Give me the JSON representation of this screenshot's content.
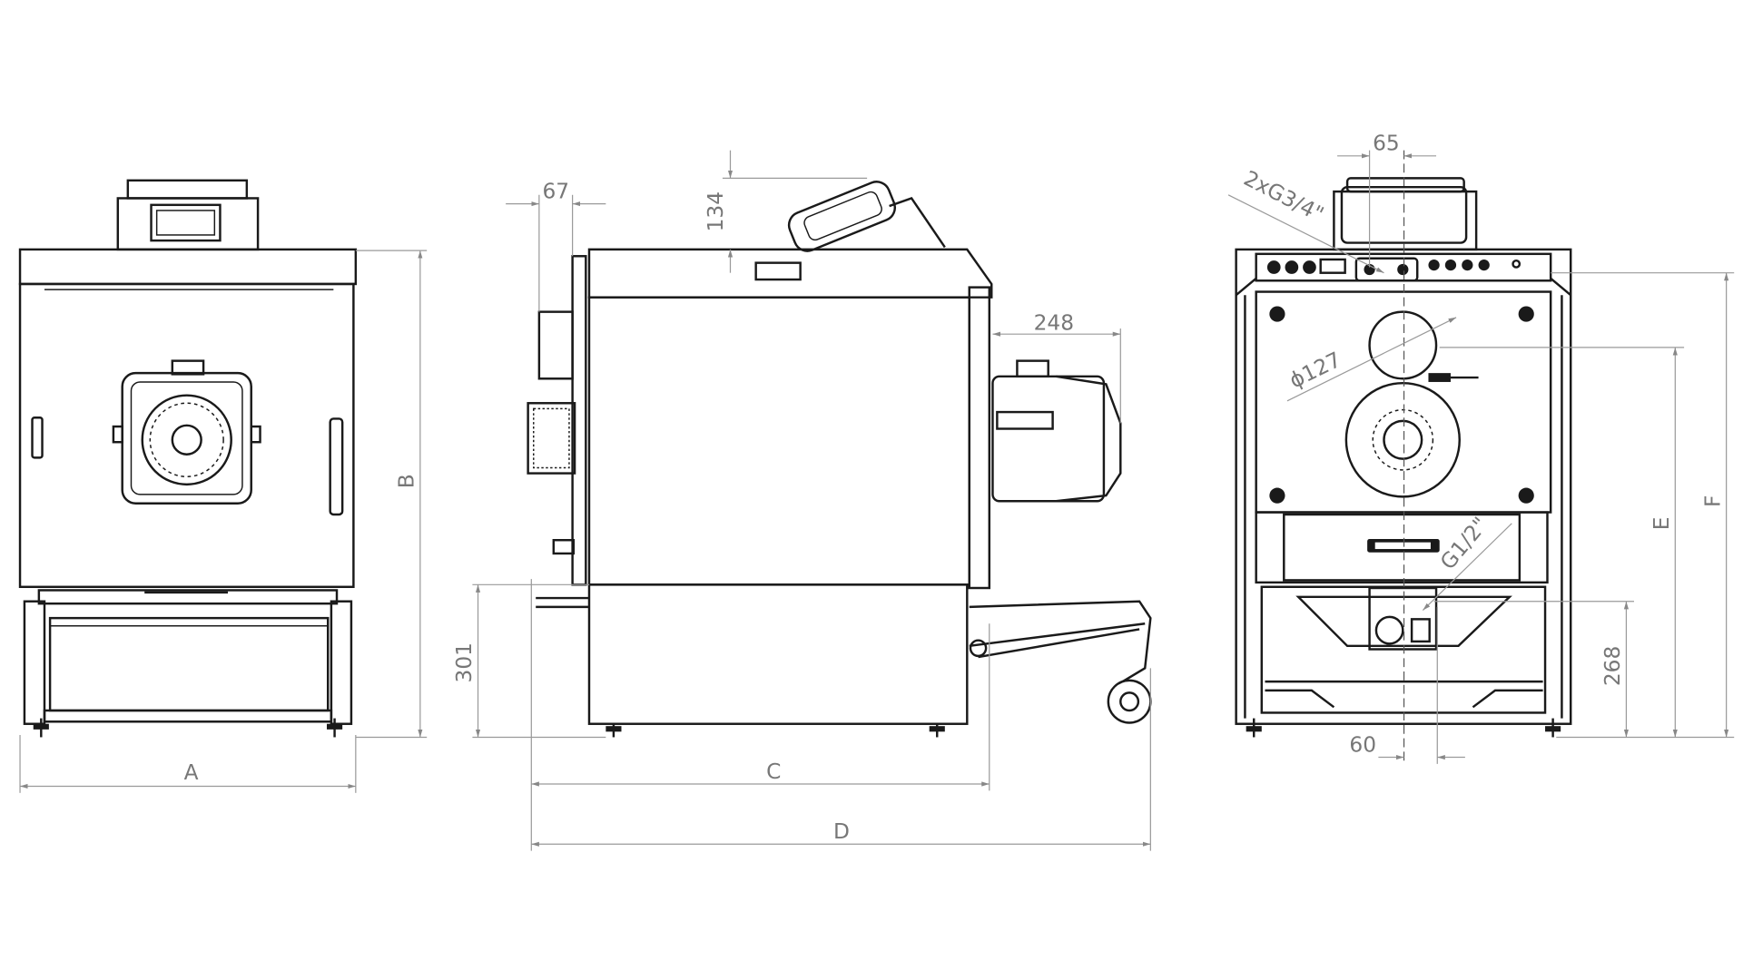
{
  "title": "Boiler dimensional drawing - front, side and rear views",
  "views": {
    "front": {
      "dim_width": "A",
      "dim_height": "B"
    },
    "side": {
      "dim_67": "67",
      "dim_134": "134",
      "dim_248": "248",
      "dim_301": "301",
      "dim_depth_body": "C",
      "dim_depth_total": "D"
    },
    "rear": {
      "dim_65": "65",
      "thread_return": "2xG3/4\"",
      "flue_diameter": "ϕ127",
      "thread_drain": "G1/2\"",
      "dim_268": "268",
      "dim_60": "60",
      "dim_flue_height": "E",
      "dim_outlet_height": "F"
    }
  },
  "colors": {
    "line": "#1a1a1a",
    "dimension": "#9a9a9a",
    "label": "#777777"
  }
}
